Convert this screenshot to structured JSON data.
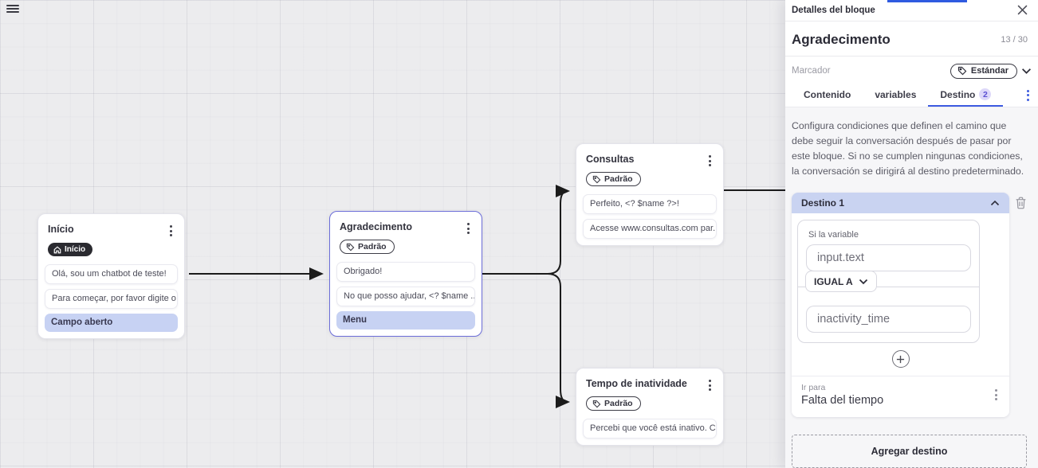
{
  "colors": {
    "accent_blue": "#3d5be0",
    "selection_purple": "#6b6dd8",
    "lavender_row": "#c7d2f3",
    "dest_header": "#c9d3f1",
    "edge": "#1b1b1b"
  },
  "icons": {
    "menu": "hamburger-icon",
    "home": "home-icon",
    "tag": "tag-icon",
    "kebab": "kebab-menu-icon",
    "close": "close-icon",
    "chevron_down": "chevron-down-icon",
    "chevron_up": "chevron-up-icon",
    "trash": "trash-icon",
    "plus": "plus-icon"
  },
  "canvas": {
    "nodes": [
      {
        "title": "Início",
        "badge": "Início",
        "messages": [
          "Olá, sou um chatbot de teste!",
          "Para começar, por favor digite o ..."
        ],
        "action": "Campo aberto"
      },
      {
        "title": "Agradecimento",
        "tag": "Padrão",
        "messages": [
          "Obrigado!",
          "No que posso ajudar, <? $name ..."
        ],
        "action": "Menu"
      },
      {
        "title": "Consultas",
        "tag": "Padrão",
        "messages": [
          "Perfeito, <? $name ?>!",
          "Acesse www.consultas.com par..."
        ]
      },
      {
        "title": "Tempo de inatividade",
        "tag": "Padrão",
        "messages": [
          "Percebi que você está inativo. C..."
        ]
      }
    ]
  },
  "panel": {
    "header": {
      "title": "Detalles del bloque"
    },
    "block": {
      "name": "Agradecimento",
      "counter": "13 / 30"
    },
    "marker": {
      "label": "Marcador",
      "value": "Estándar"
    },
    "tabs": [
      {
        "label": "Contenido"
      },
      {
        "label": "variables"
      },
      {
        "label": "Destino",
        "badge": "2"
      }
    ],
    "description": "Configura condiciones que definen el camino que debe seguir la conversación después de pasar por este bloque. Si no se cumplen ningunas condiciones, la conversación se dirigirá al destino predeterminado.",
    "destination": {
      "title": "Destino 1",
      "condition_label": "Si la variable",
      "variable_value": "input.text",
      "operator": "IGUAL A",
      "value": "inactivity_time",
      "goto_label": "Ir para",
      "goto_value": "Falta del tiempo"
    },
    "add_button_label": "Agregar destino"
  }
}
